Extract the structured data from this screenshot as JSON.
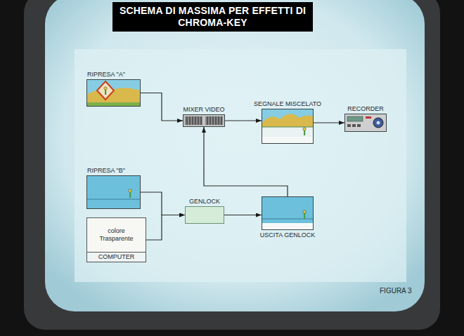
{
  "diagram": {
    "title": "SCHEMA DI MASSIMA PER EFFETTI DI CHROMA-KEY",
    "nodes": [
      {
        "text": [
          "RIPRESA \"A\""
        ]
      },
      {
        "text": [
          "MIXER VIDEO"
        ]
      },
      {
        "text": [
          "SEGNALE MISCELATO"
        ]
      },
      {
        "text": [
          "RECORDER"
        ]
      },
      {
        "text": [
          "RIPRESA \"B\""
        ]
      },
      {
        "text": [
          "colore Trasparente",
          "COMPUTER"
        ]
      },
      {
        "text": [
          "GENLOCK"
        ]
      },
      {
        "text": [
          "USCITA GENLOCK"
        ]
      }
    ],
    "edges": [
      {
        "from": 0,
        "to": 1,
        "arrow": "to"
      },
      {
        "from": 1,
        "to": 2,
        "arrow": "to"
      },
      {
        "from": 2,
        "to": 3,
        "arrow": "to"
      },
      {
        "from": 4,
        "to": 6,
        "arrow": "to"
      },
      {
        "from": 5,
        "to": 6,
        "arrow": "to"
      },
      {
        "from": 6,
        "to": 7,
        "arrow": "to"
      },
      {
        "from": 7,
        "to": 1,
        "arrow": "to"
      }
    ],
    "labels": [
      "FIGURA 3"
    ]
  }
}
